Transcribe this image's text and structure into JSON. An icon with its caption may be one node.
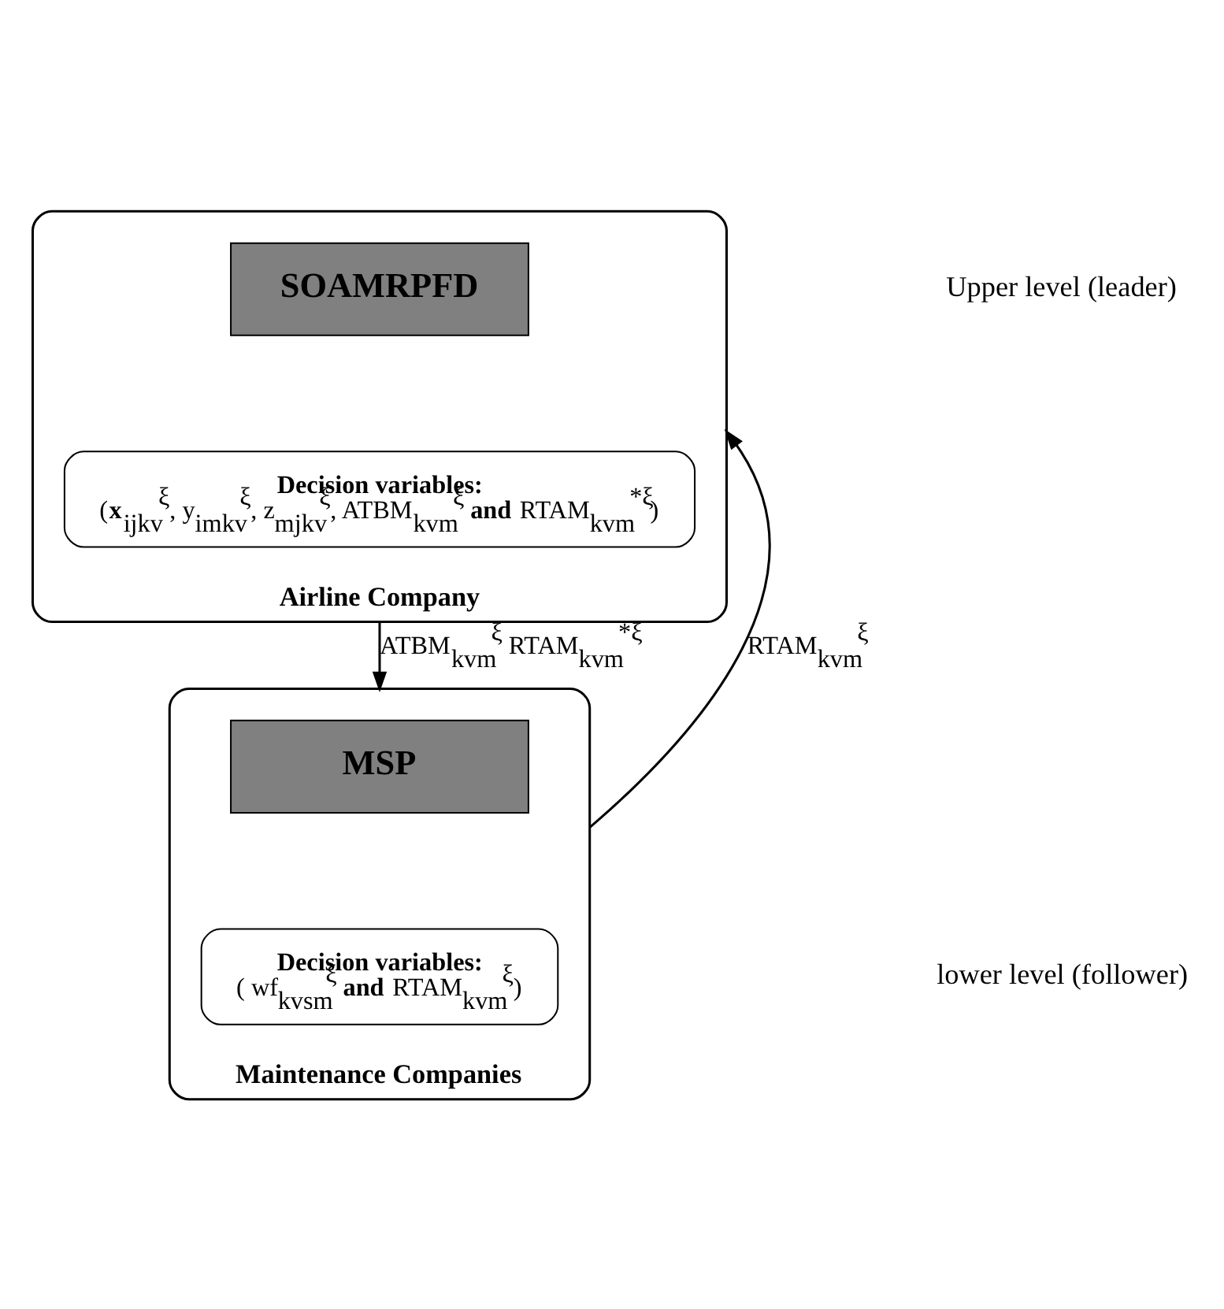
{
  "diagram": {
    "nodes": [
      {
        "text": [
          "Airline Company"
        ]
      },
      {
        "text": [
          "SOAMRPFD"
        ],
        "in": 0
      },
      {
        "text": [
          "Decision variables:",
          "(**x**$_{ijkv}$$^{ξ}$, y$_{imkv}$$^{ξ}$, z$_{mjkv}$$^{ξ}$, ATBM$_{kvm}$$^{ξ}$ **and** RTAM$_{kvm}$$^{*ξ}$)"
        ],
        "in": 0
      },
      {
        "text": [
          "Maintenance Companies"
        ]
      },
      {
        "text": [
          "MSP"
        ],
        "in": 3
      },
      {
        "text": [
          "Decision variables:",
          "( wf$_{kvsm}$$^{ξ}$ **and** RTAM$_{kvm}$$^{ξ}$)"
        ],
        "in": 3
      }
    ],
    "edges": [
      {
        "from": 0,
        "to": 3,
        "arrow": "to",
        "label": "ATBM$_{kvm}$$^{ξ}$ RTAM$_{kvm}$$^{*ξ}$"
      },
      {
        "from": 3,
        "to": 0,
        "arrow": "to",
        "label": "RTAM$_{kvm}$$^{ξ}$"
      }
    ],
    "labels": [
      "Upper level (leader)",
      "lower level (follower)"
    ]
  }
}
